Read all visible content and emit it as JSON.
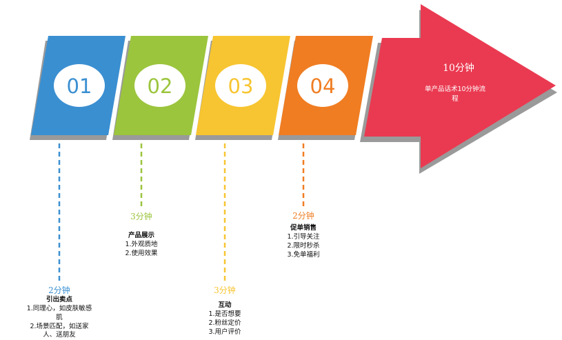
{
  "colors": {
    "step1": "#3a8fd1",
    "step2": "#9bc53d",
    "step3": "#f7c531",
    "step4": "#f07d22",
    "arrow": "#ea3a51",
    "shadow": "#9a9a9a"
  },
  "arrow": {
    "title": "10分钟",
    "subtitle_line1": "单产品话术10分钟流",
    "subtitle_line2": "程"
  },
  "steps": [
    {
      "number": "01",
      "time": "2分钟",
      "title": "引出卖点",
      "items": [
        "1.同理心，如皮肤敏感",
        "肌",
        "2.场景匹配，如送家",
        "人、送朋友"
      ]
    },
    {
      "number": "02",
      "time": "3分钟",
      "title": "产品展示",
      "items": [
        "1.外观质地",
        "2.使用效果"
      ]
    },
    {
      "number": "03",
      "time": "3分钟",
      "title": "互动",
      "items": [
        "1.是否想要",
        "2.粉丝定价",
        "3.用户评价"
      ]
    },
    {
      "number": "04",
      "time": "2分钟",
      "title": "促单销售",
      "items": [
        "1.引导关注",
        "2.限时秒杀",
        "3.免单福利"
      ]
    }
  ]
}
